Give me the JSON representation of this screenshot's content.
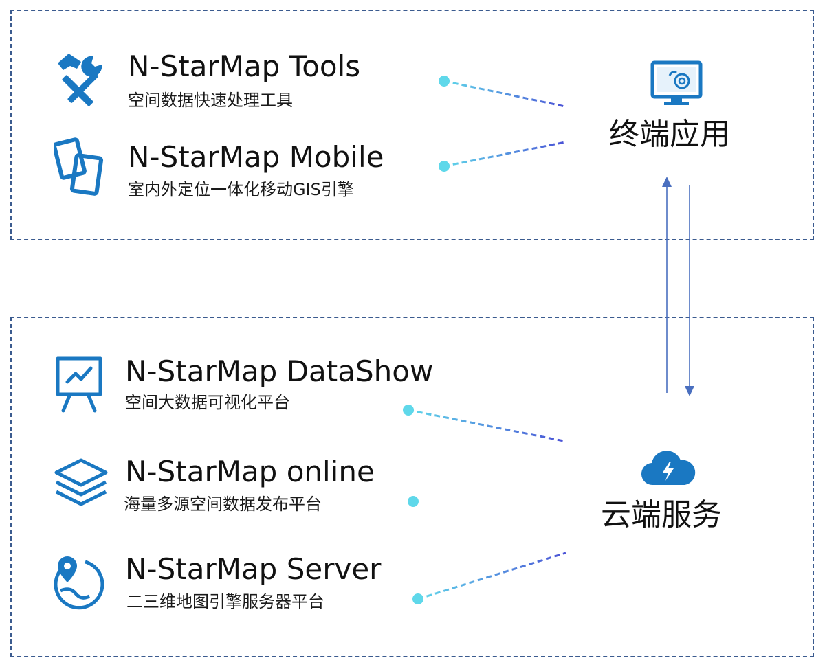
{
  "terminal_group": {
    "hub_label": "终端应用",
    "hub_icon": "computer-settings-icon",
    "products": [
      {
        "title": "N-StarMap Tools",
        "subtitle": "空间数据快速处理工具",
        "icon": "hammer-wrench-icon"
      },
      {
        "title": "N-StarMap Mobile",
        "subtitle": "室内外定位一体化移动GIS引擎",
        "icon": "mobile-pages-icon"
      }
    ]
  },
  "cloud_group": {
    "hub_label": "云端服务",
    "hub_icon": "cloud-lightning-icon",
    "products": [
      {
        "title": "N-StarMap DataShow",
        "subtitle": "空间大数据可视化平台",
        "icon": "presentation-chart-icon"
      },
      {
        "title": "N-StarMap online",
        "subtitle": "海量多源空间数据发布平台",
        "icon": "layers-icon"
      },
      {
        "title": "N-StarMap Server",
        "subtitle": "二三维地图引擎服务器平台",
        "icon": "globe-pin-icon"
      }
    ]
  },
  "colors": {
    "icon_blue": "#1a78c2",
    "border": "#3b5b8f",
    "connector_start": "#5fd8ea",
    "connector_end": "#4a52d6",
    "arrow": "#4a6fbf"
  }
}
